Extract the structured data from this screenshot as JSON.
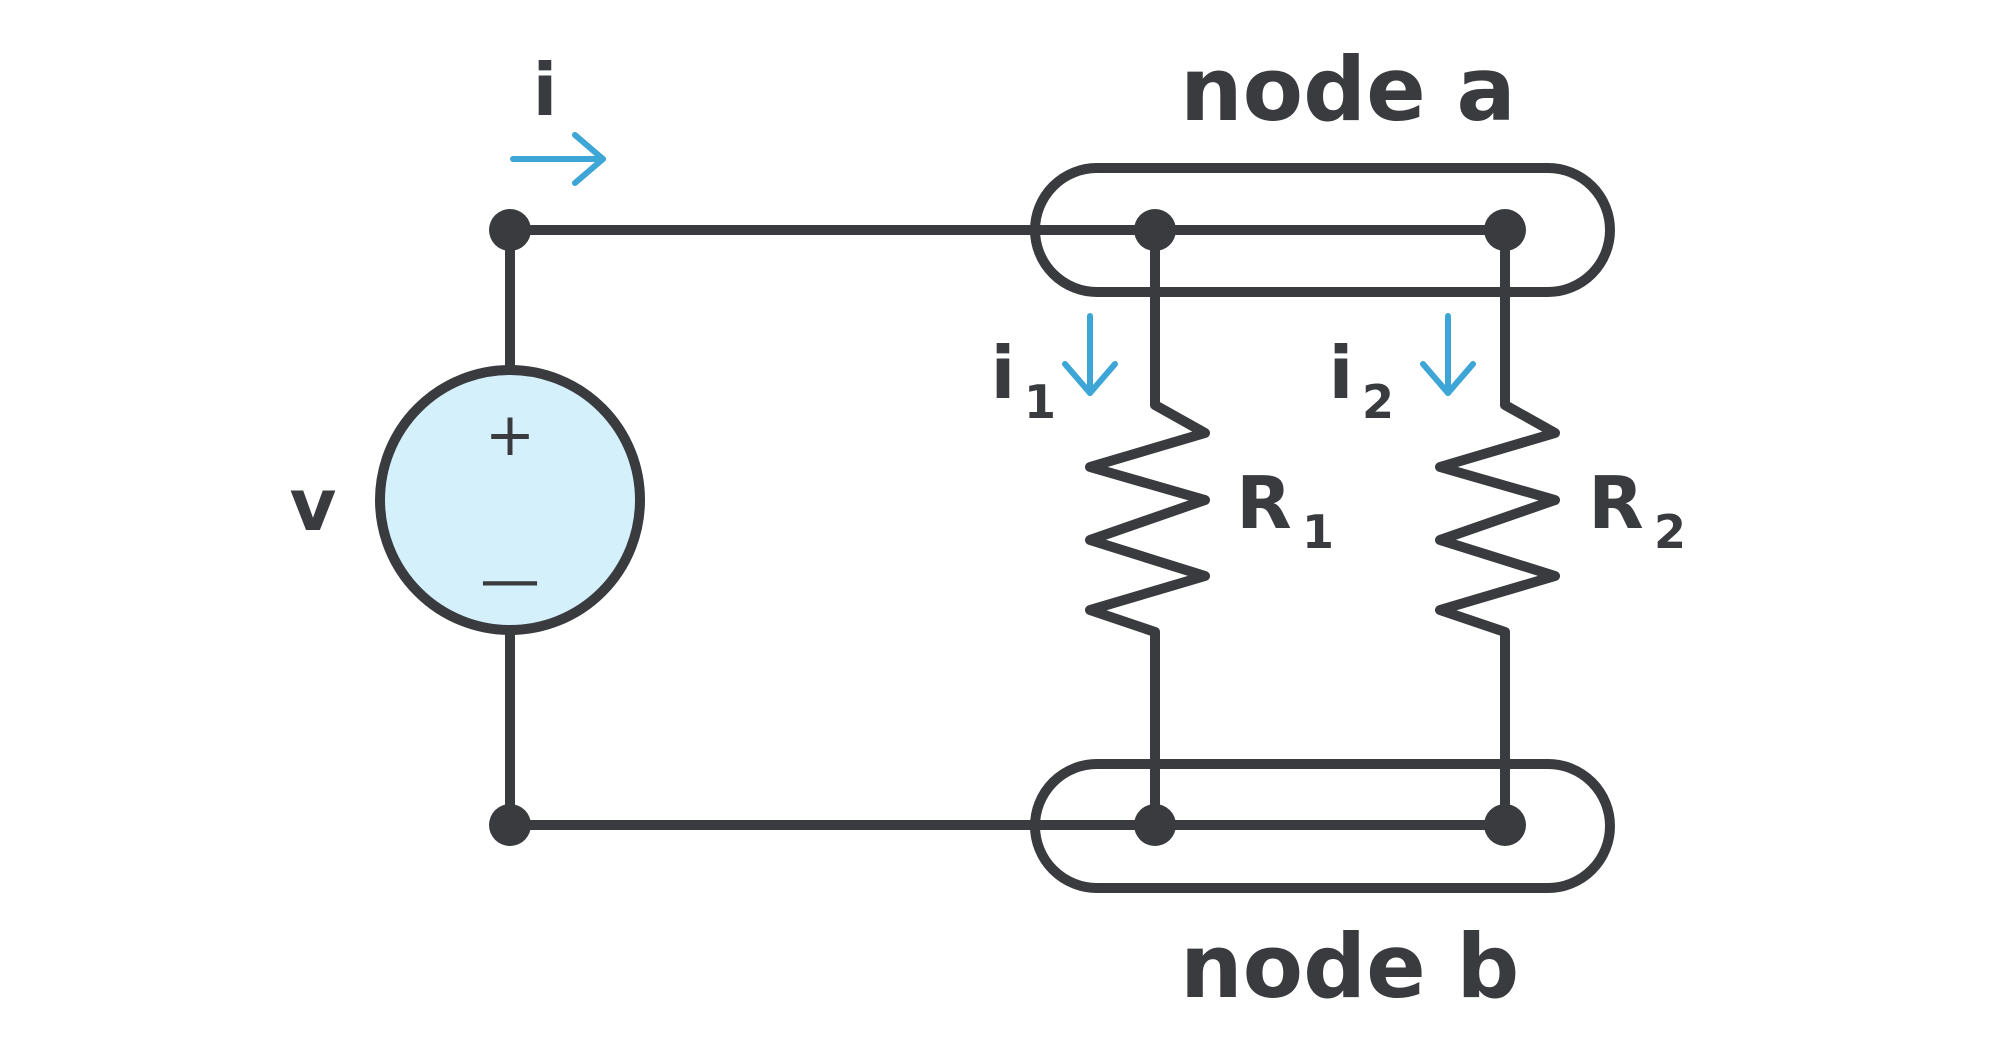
{
  "labels": {
    "node_a": "node a",
    "node_b": "node b",
    "voltage": "v",
    "current_total": "i",
    "current_1": "i",
    "current_1_sub": "1",
    "current_2": "i",
    "current_2_sub": "2",
    "resistor_1": "R",
    "resistor_1_sub": "1",
    "resistor_2": "R",
    "resistor_2_sub": "2",
    "plus_sign": "+",
    "minus_sign": "—"
  },
  "colors": {
    "wire": "#3a3b3f",
    "arrow": "#3ea6d6",
    "source_fill": "#d3f0fb"
  }
}
